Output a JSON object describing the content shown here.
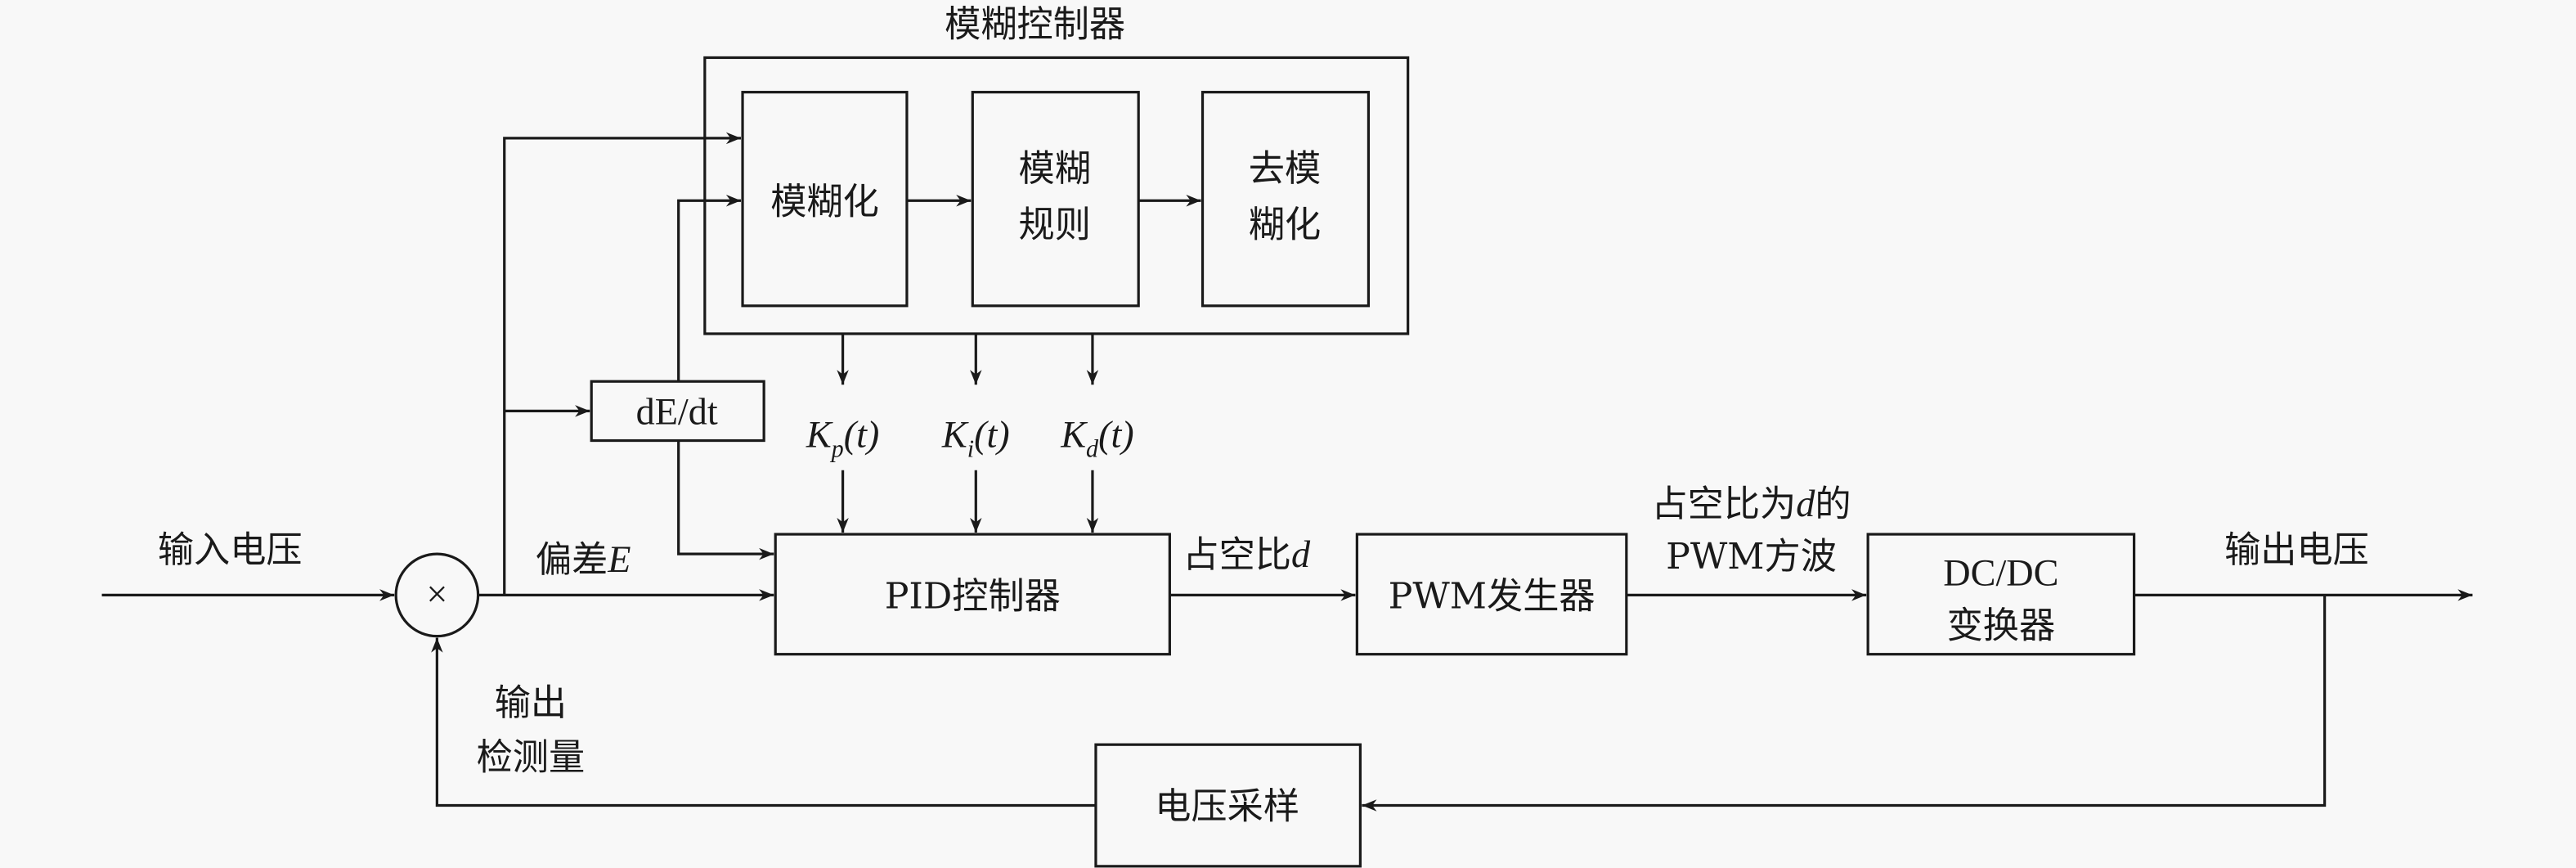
{
  "diagram": {
    "title": "模糊控制器",
    "blocks": {
      "fuzzify": [
        "模糊化"
      ],
      "rules": [
        "模糊",
        "规则"
      ],
      "defuzzify": [
        "去模",
        "糊化"
      ],
      "derivative": "dE/dt",
      "pid": "PID控制器",
      "pwm": "PWM发生器",
      "converter": [
        "DC/DC",
        "变换器"
      ],
      "sampling": "电压采样",
      "summing_junction": "×"
    },
    "gains": [
      {
        "base": "K",
        "sub": "p",
        "arg": "(t)"
      },
      {
        "base": "K",
        "sub": "i",
        "arg": "(t)"
      },
      {
        "base": "K",
        "sub": "d",
        "arg": "(t)"
      }
    ],
    "signals": {
      "input_voltage": "输入电压",
      "error": {
        "text": "偏差",
        "var": "E"
      },
      "duty": {
        "text": "占空比",
        "var": "d"
      },
      "pwm_wave": {
        "line1_pre": "占空比为",
        "line1_var": "d",
        "line1_post": "的",
        "line2": "PWM方波"
      },
      "output_voltage": "输出电压",
      "feedback": [
        "输出",
        "检测量"
      ]
    },
    "colors": {
      "line": "#1a1a1a",
      "background": "#f8f8f8"
    }
  }
}
